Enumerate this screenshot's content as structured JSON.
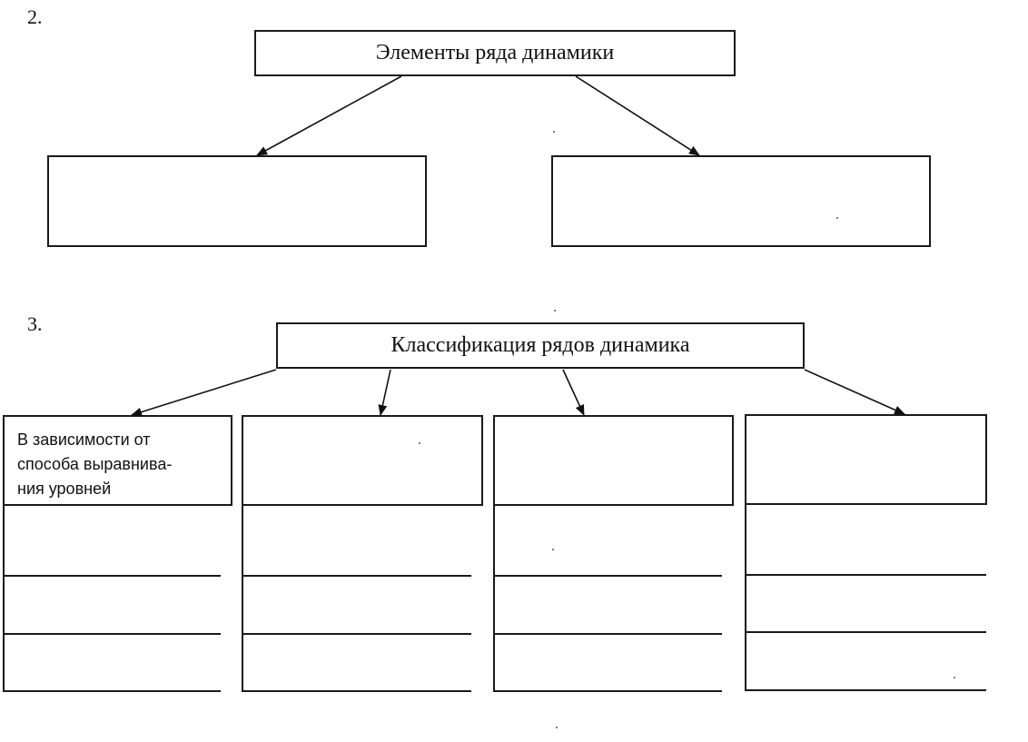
{
  "section2": {
    "number": "2.",
    "title": "Элементы ряда динамики",
    "answer_boxes": [
      "",
      ""
    ]
  },
  "section3": {
    "number": "3.",
    "title": "Классификация рядов динамика",
    "columns": [
      {
        "category_lines": [
          "В зависимости от",
          "способа выравнива-",
          "ния уровней"
        ],
        "rows": [
          "",
          "",
          ""
        ]
      },
      {
        "category_lines": [],
        "rows": [
          "",
          "",
          ""
        ]
      },
      {
        "category_lines": [],
        "rows": [
          "",
          "",
          ""
        ]
      },
      {
        "category_lines": [],
        "rows": [
          "",
          "",
          ""
        ]
      }
    ]
  }
}
